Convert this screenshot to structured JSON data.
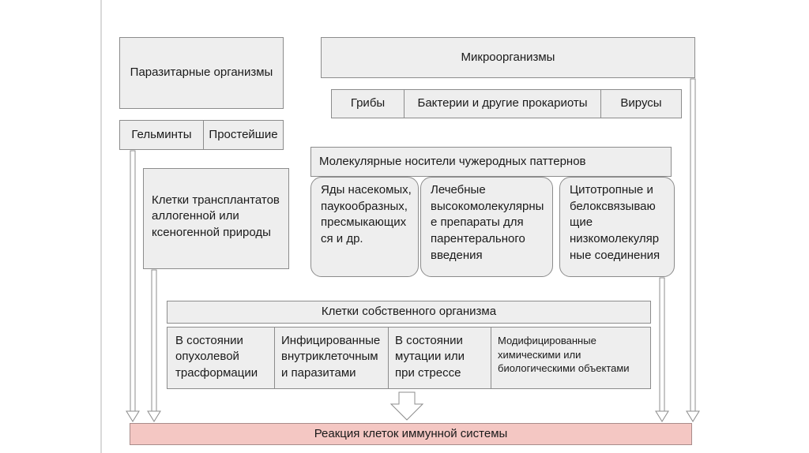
{
  "parasitic": {
    "title": "Паразитарные организмы",
    "sub": [
      "Гельминты",
      "Простейшие"
    ]
  },
  "microorganisms": {
    "title": "Микроорганизмы",
    "sub": [
      "Грибы",
      "Бактерии и другие прокариоты",
      "Вирусы"
    ]
  },
  "transplant": {
    "text": "Клетки трансплантатов аллогенной или ксеногенной природы"
  },
  "molecular": {
    "title": "Молекулярные носители чужеродных паттернов",
    "items": [
      "Яды насекомых, паукообразных, пресмыкающих ся и др.",
      "Лечебные высокомолекулярны е препараты для парентерального введения",
      "Цитотропные и белоксвязываю щие низкомолекуляр ные соединения"
    ]
  },
  "own_cells": {
    "title": "Клетки собственного организма",
    "items": [
      "В состоянии опухолевой трасформации",
      "Инфицированные внутриклеточным и паразитами",
      "В состоянии мутации или при стрессе",
      "Модифицированные химическими или биологическими объектами"
    ]
  },
  "reaction": {
    "title": "Реакция клеток иммунной системы"
  },
  "colors": {
    "box_fill": "#eeeeee",
    "border": "#8c8c8c",
    "reaction_fill": "#f4c7c3"
  }
}
